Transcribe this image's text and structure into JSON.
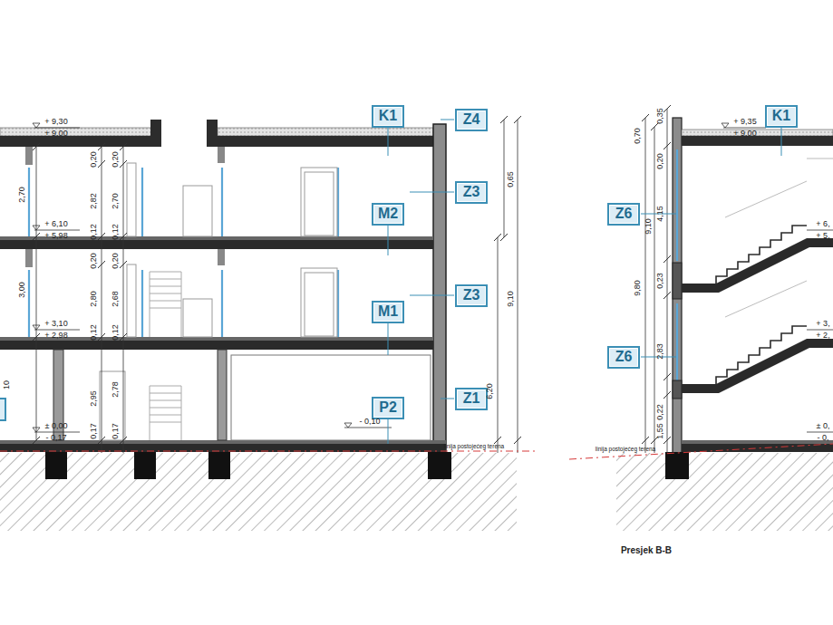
{
  "diagram": {
    "nodes": [
      {
        "text": [
          "K1"
        ]
      },
      {
        "text": [
          "Z4"
        ]
      },
      {
        "text": [
          "Z3"
        ]
      },
      {
        "text": [
          "M2"
        ]
      },
      {
        "text": [
          "Z3"
        ]
      },
      {
        "text": [
          "M1"
        ]
      },
      {
        "text": [
          "P2"
        ]
      },
      {
        "text": [
          "Z1"
        ]
      },
      {
        "text": [
          "Z6"
        ]
      },
      {
        "text": [
          "Z6"
        ]
      },
      {
        "text": [
          "K1"
        ]
      }
    ],
    "labels": [
      "+ 9,30",
      "+ 9,00",
      "2,70",
      "3,00",
      "10",
      "0,20",
      "2,82",
      "0,12",
      "0,20",
      "2,80",
      "0,12",
      "2,95",
      "0,17",
      "0,20",
      "2,70",
      "0,12",
      "0,20",
      "2,68",
      "0,12",
      "2,78",
      "0,17",
      "+ 6,10",
      "+ 5,98",
      "+ 3,10",
      "+ 2,98",
      "± 0,00",
      "- 0,17",
      "- 0,10",
      "0,65",
      "9,10",
      "6,20",
      "linija postojećeg terena",
      "0,70",
      "0,35",
      "+ 9,35",
      "+ 9,00",
      "0,20",
      "4,15",
      "9,80",
      "9,10",
      "0,23",
      "2,83",
      "0,22",
      "1,55",
      "linija postojećeg terena",
      "Presjek B-B",
      "+ 6,",
      "+ 5,",
      "+ 3,",
      "+ 2,",
      "± 0,",
      "- 0,"
    ]
  }
}
